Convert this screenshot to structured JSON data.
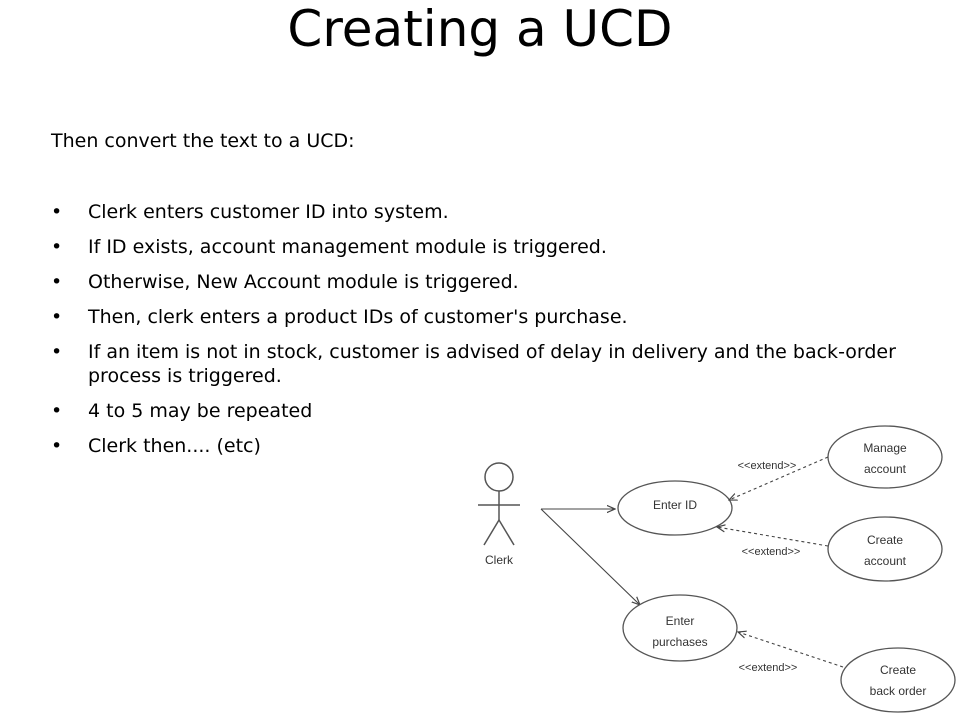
{
  "slide": {
    "title": "Creating a UCD",
    "intro": "Then convert the text to a UCD:",
    "bullets": [
      "Clerk enters customer ID into system.",
      "If ID exists, account management module is triggered.",
      "Otherwise, New Account module is triggered.",
      "Then, clerk enters a product IDs of customer's purchase.",
      "If an item is not in stock, customer is advised of delay in delivery and the back-order process is triggered.",
      "4 to 5 may be repeated",
      "Clerk then.... (etc)"
    ]
  },
  "diagram": {
    "actor": "Clerk",
    "use_cases": {
      "enter_id": "Enter ID",
      "enter_purchases_1": "Enter",
      "enter_purchases_2": "purchases",
      "manage_account_1": "Manage",
      "manage_account_2": "account",
      "create_account_1": "Create",
      "create_account_2": "account",
      "create_back_order_1": "Create",
      "create_back_order_2": "back order"
    },
    "extend_label": "<<extend>>"
  }
}
